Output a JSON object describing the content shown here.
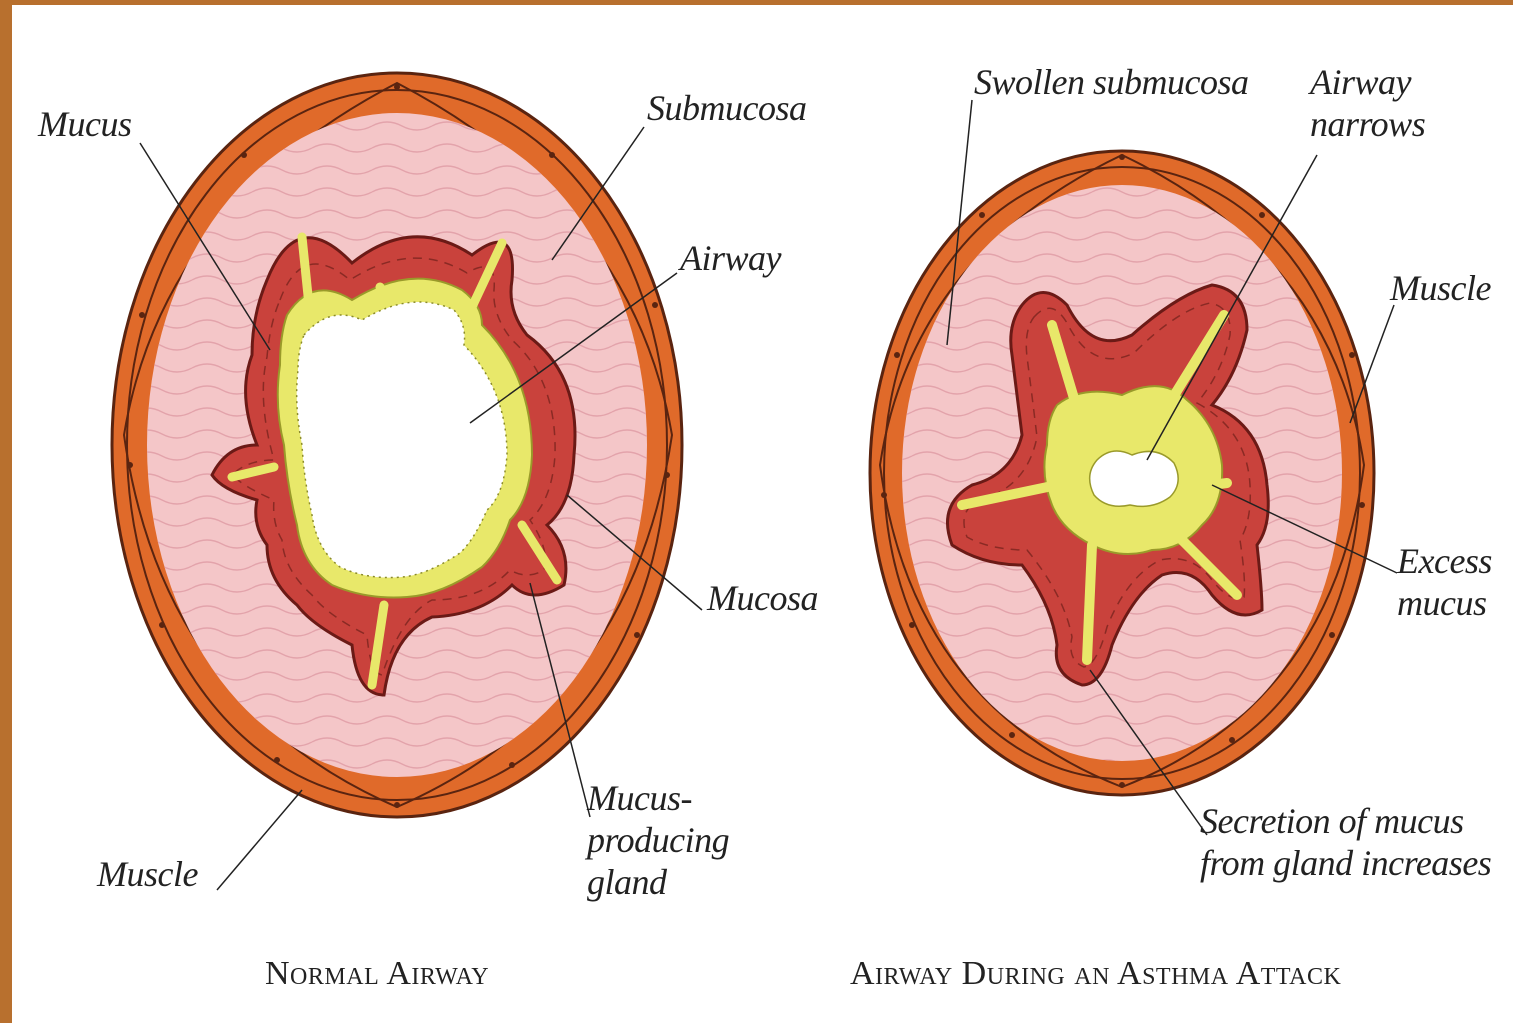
{
  "colors": {
    "frame": "#b8702e",
    "muscle": "#e06a2a",
    "submucosa": "#f4c6c8",
    "mucosa": "#c9423c",
    "mucus": "#e8e86a"
  },
  "normal_airway": {
    "title": "Normal Airway",
    "labels": {
      "mucus": "Mucus",
      "submucosa": "Submucosa",
      "airway": "Airway",
      "mucosa": "Mucosa",
      "gland": "Mucus-producing gland",
      "muscle": "Muscle"
    }
  },
  "asthma_airway": {
    "title": "Airway During an Asthma Attack",
    "labels": {
      "swollen": "Swollen submucosa",
      "narrows": "Airway narrows",
      "muscle": "Muscle",
      "excess": "Excess mucus",
      "secretion": "Secretion of mucus from gland increases"
    }
  }
}
